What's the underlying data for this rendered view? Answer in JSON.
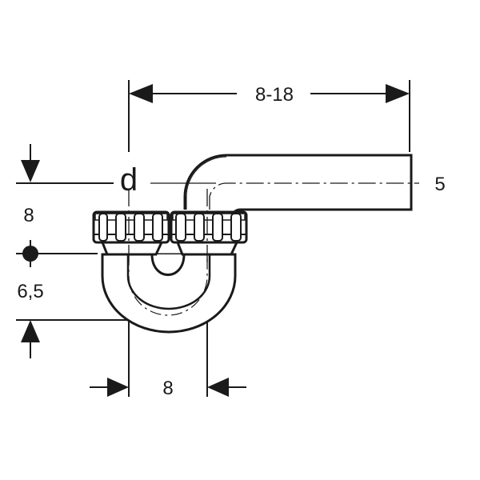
{
  "diagram": {
    "labels": {
      "top_width": "8-18",
      "pipe_diameter": "d",
      "pipe_right": "5",
      "left_upper": "8",
      "left_lower": "6,5",
      "bottom_width": "8"
    }
  }
}
